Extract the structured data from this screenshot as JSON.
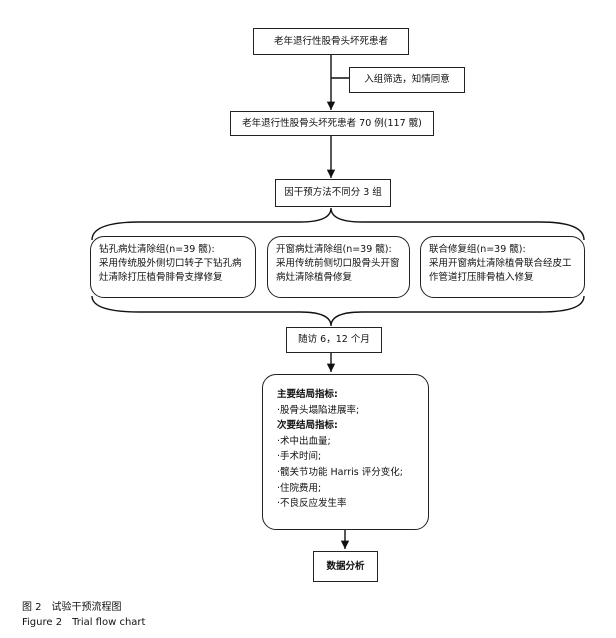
{
  "nodes": {
    "patients_top": "老年退行性股骨头坏死患者",
    "screening": "入组筛选，知情同意",
    "enrolled": "老年退行性股骨头坏死患者 70 例(117 髋)",
    "grouping": "因干预方法不同分 3 组",
    "group1": {
      "title": "钻孔病灶清除组(n=39 髋):",
      "desc": "采用传统股外侧切口转子下钻孔病灶清除打压植骨腓骨支撑修复"
    },
    "group2": {
      "title": "开窗病灶清除组(n=39 髋):",
      "desc": "采用传统前侧切口股骨头开窗病灶清除植骨修复"
    },
    "group3": {
      "title": "联合修复组(n=39 髋):",
      "desc": "采用开窗病灶清除植骨联合经皮工作管道打压腓骨植入修复"
    },
    "followup": "随访 6，12 个月",
    "outcomes": {
      "primary_title": "主要结局指标:",
      "primary_items": [
        "·股骨头塌陷进展率;"
      ],
      "secondary_title": "次要结局指标:",
      "secondary_items": [
        "·术中出血量;",
        "·手术时间;",
        "·髋关节功能 Harris 评分变化;",
        "·住院费用;",
        "·不良反应发生率"
      ]
    },
    "analysis": "数据分析"
  },
  "caption": {
    "zh": "图 2　试验干预流程图",
    "en": "Figure 2　Trial flow chart"
  }
}
